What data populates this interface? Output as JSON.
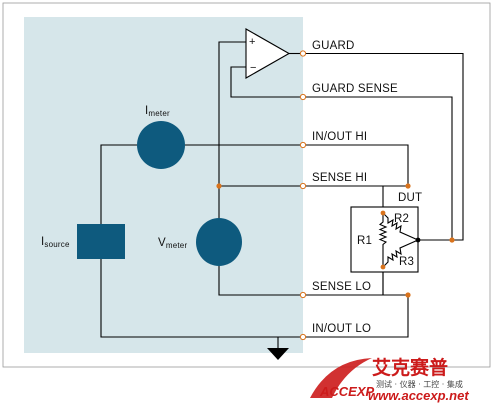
{
  "labels": {
    "i_meter": "I",
    "i_meter_sub": "meter",
    "v_meter": "V",
    "v_meter_sub": "meter",
    "i_source": "I",
    "i_source_sub": "source",
    "guard": "GUARD",
    "guard_sense": "GUARD SENSE",
    "inout_hi": "IN/OUT HI",
    "sense_hi": "SENSE HI",
    "sense_lo": "SENSE LO",
    "inout_lo": "IN/OUT LO",
    "dut": "DUT",
    "r1": "R1",
    "r2": "R2",
    "r3": "R3",
    "opamp_plus": "+",
    "opamp_minus": "−"
  },
  "watermark": {
    "brand_cn": "艾克赛普",
    "tagline_cn": "测试 · 仪器 · 工控 · 集成",
    "url": "www.accexp.net",
    "logo_letters": "ACCEXP"
  },
  "colors": {
    "panel": "#d6e6ea",
    "meter": "#0e5a7e",
    "terminal": "#d9731c",
    "brand": "#cc1b1b"
  }
}
